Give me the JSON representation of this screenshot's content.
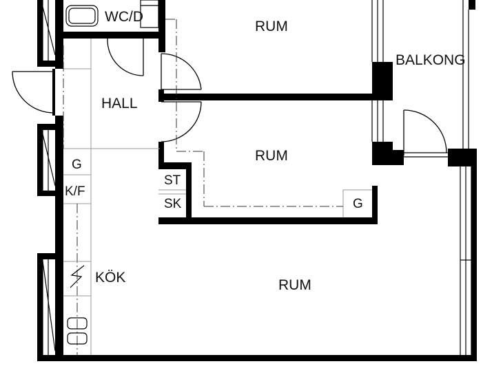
{
  "rooms": {
    "wc": "WC/D",
    "room_top": "RUM",
    "balcony": "BALKONG",
    "hall": "HALL",
    "room_middle": "RUM",
    "room_large": "RUM",
    "kitchen": "KÖK"
  },
  "fixtures": {
    "g_hall": "G",
    "kf": "K/F",
    "st": "ST",
    "sk": "SK",
    "g_room": "G"
  },
  "colors": {
    "wall": "#000000",
    "background": "#ffffff",
    "line": "#999999"
  }
}
